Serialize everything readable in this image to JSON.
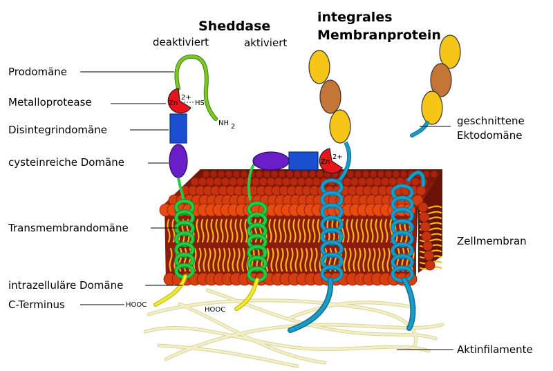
{
  "headings": {
    "sheddase": "Sheddase",
    "deaktiviert": "deaktiviert",
    "aktiviert": "aktiviert",
    "integrales_1": "integrales",
    "integrales_2": "Membranprotein"
  },
  "labels_left": {
    "prodomaene": "Prodomäne",
    "metalloprotease": "Metalloprotease",
    "disintegrin": "Disintegrindomäne",
    "cystein": "cysteinreiche Domäne",
    "transmembran": "Transmembrandomäne",
    "intrazellulaer": "intrazelluläre Domäne",
    "cterminus": "C-Terminus"
  },
  "labels_right": {
    "ekto_1": "geschnittene",
    "ekto_2": "Ektodomäne",
    "zellmembran": "Zellmembran",
    "aktin": "Aktinfilamente"
  },
  "small_labels": {
    "zn": "Zn",
    "zn2": "Zn",
    "hs": "HS",
    "nh2": "NH",
    "nh2_sub": "2",
    "hooc1": "HOOC",
    "hooc2": "HOOC"
  },
  "colors": {
    "membrane_dark": "#8b1a0a",
    "membrane_head": "#e84a10",
    "lipid_tail": "#f2b81c",
    "prodomain": "#7ec824",
    "metalloprotease": "#e8141c",
    "disintegrin": "#1a4fd0",
    "cysteine": "#6a1ec8",
    "helix_green": "#22cc44",
    "tail_yellow": "#f2ea2a",
    "helix_blue": "#1a9cc8",
    "ecto_yellow": "#f5c518",
    "ecto_brown": "#c47638",
    "actin": "#f2eebb"
  }
}
